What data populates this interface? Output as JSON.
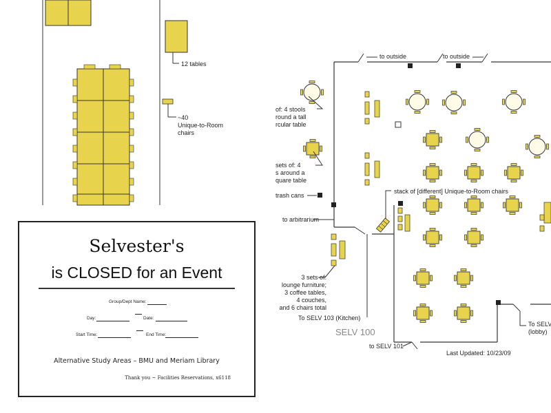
{
  "sign": {
    "title_line1": "Selvester's",
    "title_line2": "is CLOSED for an Event",
    "group_label": "Group/Dept Name:",
    "day_label": "Day:",
    "date_label": "Date:",
    "start_label": "Start Time:",
    "end_label": "End Time:",
    "alt_areas": "Alternative Study Areas – BMU and Meriam Library",
    "thanks": "Thank you ~ Facilities Reservations, x6118"
  },
  "left_plan": {
    "tables_label": "12 tables",
    "chairs_label_1": "~40",
    "chairs_label_2": "Unique-to-Room",
    "chairs_label_3": "chairs"
  },
  "floor_plan": {
    "to_outside_1": "to outside",
    "to_outside_2": "to outside",
    "stools_1": "of: 4 stools",
    "stools_2": "round a tall",
    "stools_3": "rcular table",
    "square_1": "sets of: 4",
    "square_2": "s around a",
    "square_3": "quare table",
    "trash": "trash cans",
    "stack": "stack of [different] Unique-to-Room chairs",
    "arbitrarium": "to arbitrarium",
    "lounge_1": "3 sets of:",
    "lounge_2": "lounge furniture;",
    "lounge_3": "3 coffee tables,",
    "lounge_4": "4 couches,",
    "lounge_5": "and 6 chairs total",
    "kitchen": "To SELV 103 (Kitchen)",
    "room_name": "SELV 100",
    "selv101": "to SELV 101",
    "to_selv_1": "To SELV",
    "to_selv_2": "(lobby)",
    "updated": "Last Updated: 10/23/09"
  },
  "colors": {
    "furniture": "#e8d44c",
    "outline": "#333333"
  }
}
